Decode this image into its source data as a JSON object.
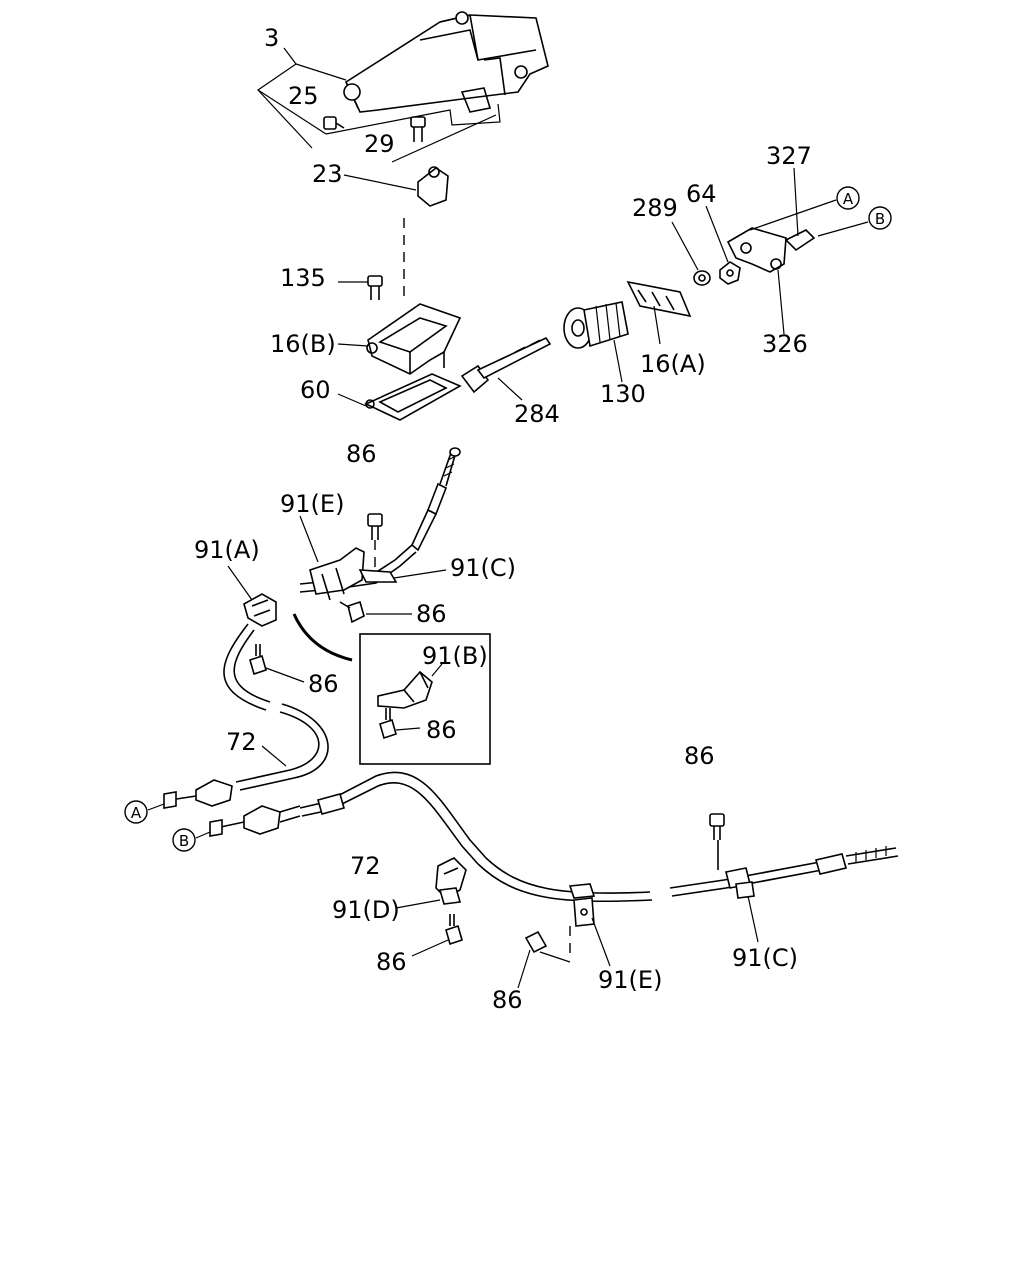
{
  "labels": {
    "p3": "3",
    "p25": "25",
    "p29": "29",
    "p23": "23",
    "p135": "135",
    "p16b": "16(B)",
    "p60": "60",
    "p284": "284",
    "p130": "130",
    "p16a": "16(A)",
    "p289": "289",
    "p64": "64",
    "p327": "327",
    "p326": "326",
    "p86_top": "86",
    "p91e_top": "91(E)",
    "p91a": "91(A)",
    "p91c_top": "91(C)",
    "p86_mid": "86",
    "p86_left": "86",
    "p91b": "91(B)",
    "p86_inset": "86",
    "p72_top": "72",
    "p72_bot": "72",
    "p86_right": "86",
    "p91d": "91(D)",
    "p86_bl": "86",
    "p86_bc": "86",
    "p91e_bot": "91(E)",
    "p91c_bot": "91(C)"
  },
  "callouts": {
    "a_top": "A",
    "b_top": "B",
    "a_left": "A",
    "b_left": "B"
  }
}
